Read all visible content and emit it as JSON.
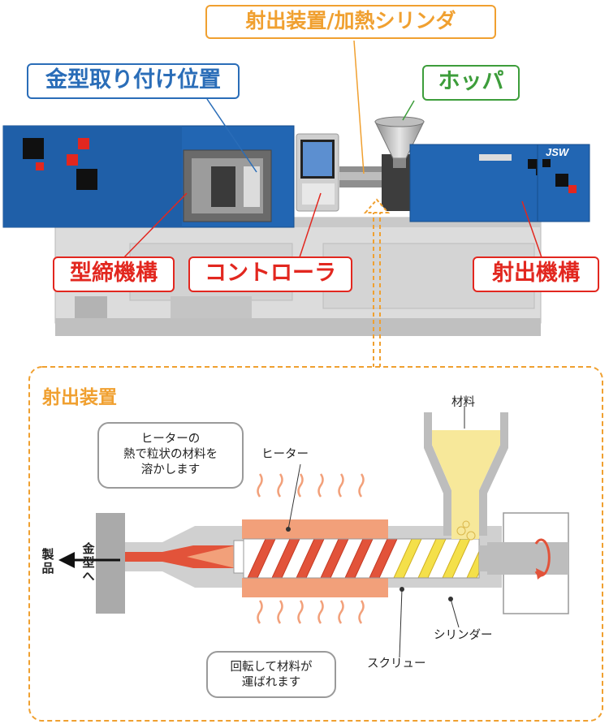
{
  "labels": {
    "injection_unit_cylinder": "射出装置/加熱シリンダ",
    "mold_mount": "金型取り付け位置",
    "hopper": "ホッパ",
    "clamping": "型締機構",
    "controller": "コントローラ",
    "injection_mechanism": "射出機構"
  },
  "machine": {
    "logo": "JSW"
  },
  "section": {
    "title": "射出装置",
    "material": "材料",
    "heater": "ヒーター",
    "heater_bubble": [
      "ヒーターの",
      "熱で粒状の材料を",
      "溶かします"
    ],
    "rotate_bubble": [
      "回転して材料が",
      "運ばれます"
    ],
    "cylinder": "シリンダー",
    "screw": "スクリュー",
    "to_mold": "金型へ",
    "product": "製品"
  },
  "colors": {
    "machine_blue": "#2266b3",
    "machine_gray": "#d9d9d9",
    "heater_orange": "#f2a07a",
    "screw_red": "#e2533a",
    "material_yellow": "#f7e89a",
    "label_red": "#e2271f",
    "label_blue": "#2a6db8",
    "label_green": "#3d9d3b",
    "label_orange": "#f0a030"
  }
}
